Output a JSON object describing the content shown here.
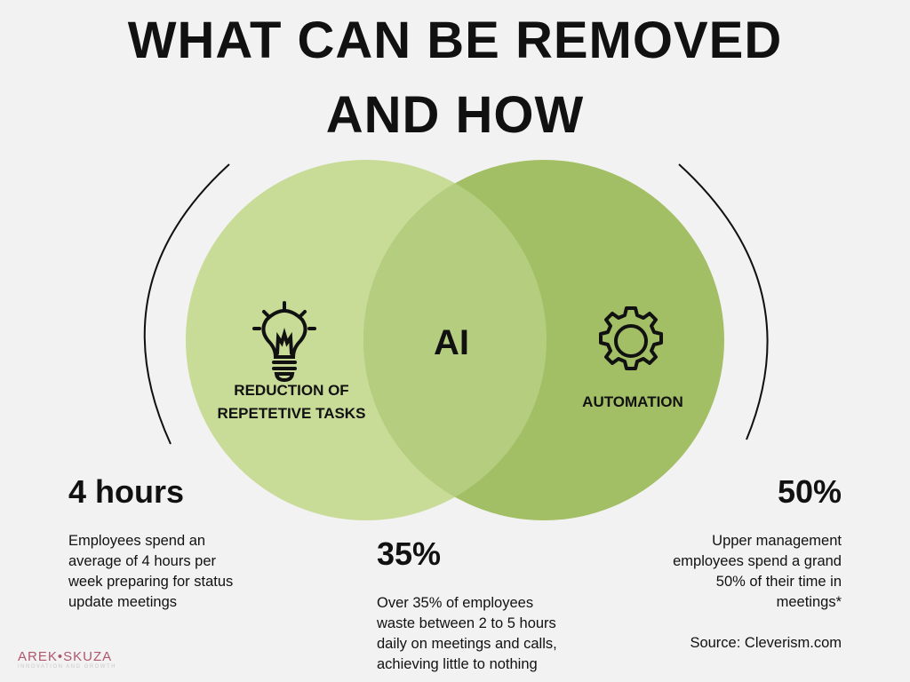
{
  "title": {
    "line1": "WHAT CAN BE REMOVED",
    "line2": "AND HOW"
  },
  "venn": {
    "center_label": "AI",
    "left_label_line1": "REDUCTION OF",
    "left_label_line2": "REPETETIVE TASKS",
    "right_label": "AUTOMATION",
    "left_icon": "lightbulb-icon",
    "right_icon": "gear-icon",
    "colors": {
      "left": "#c8db97",
      "right": "#a3bf65",
      "overlap": "#b5cd7e"
    }
  },
  "stats": {
    "left": {
      "value": "4 hours",
      "lines": [
        "Employees spend an",
        "average of 4 hours per",
        "week preparing for status",
        "update meetings"
      ]
    },
    "center": {
      "value": "35%",
      "lines": [
        "Over 35% of employees",
        "waste between 2 to 5 hours",
        "daily on meetings and calls,",
        "achieving little to nothing"
      ]
    },
    "right": {
      "value": "50%",
      "lines": [
        "Upper management",
        "employees spend a grand",
        "50% of their time in",
        "meetings*"
      ],
      "source": "Source: Cleverism.com"
    }
  },
  "logo": {
    "name": "AREK•SKUZA",
    "tagline": "INNOVATION AND GROWTH"
  }
}
